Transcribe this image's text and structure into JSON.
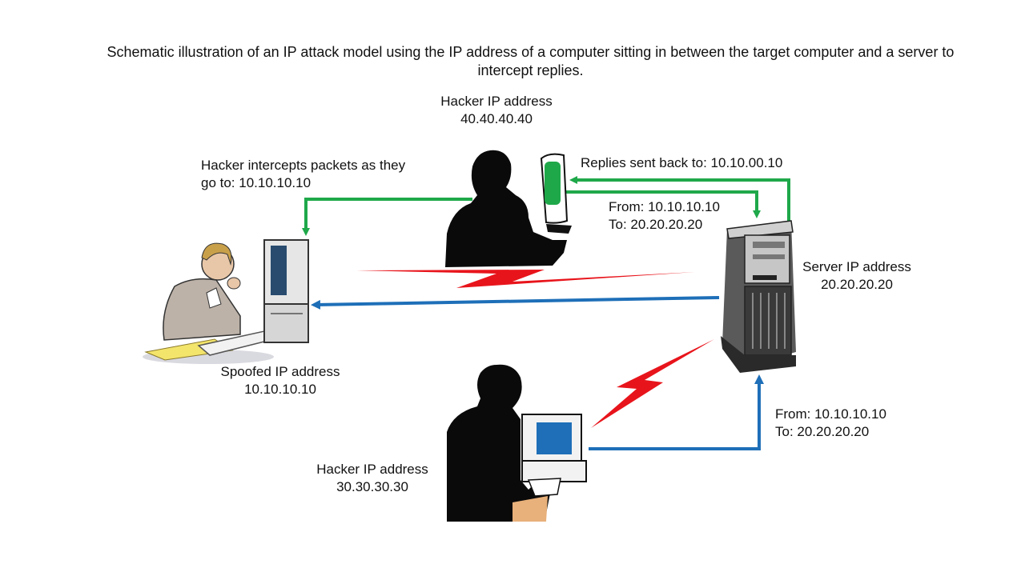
{
  "title": "Schematic illustration of an IP attack model using the IP address of a computer sitting in between the target computer and a server to intercept replies.",
  "hacker_mid": {
    "line1": "Hacker IP address",
    "line2": "40.40.40.40"
  },
  "intercept": {
    "line1": "Hacker intercepts packets as they",
    "line2": "go to: 10.10.10.10"
  },
  "replies": "Replies sent back to: 10.10.00.10",
  "from_to_top": {
    "line1": "From: 10.10.10.10",
    "line2": "To: 20.20.20.20"
  },
  "server": {
    "line1": "Server IP address",
    "line2": "20.20.20.20"
  },
  "spoofed": {
    "line1": "Spoofed IP address",
    "line2": "10.10.10.10"
  },
  "from_to_bottom": {
    "line1": "From: 10.10.10.10",
    "line2": "To: 20.20.20.20"
  },
  "hacker_bottom": {
    "line1": "Hacker IP address",
    "line2": "30.30.30.30"
  },
  "colors": {
    "green": "#1fa84a",
    "blue": "#1e6fb8",
    "red": "#e8141b"
  }
}
